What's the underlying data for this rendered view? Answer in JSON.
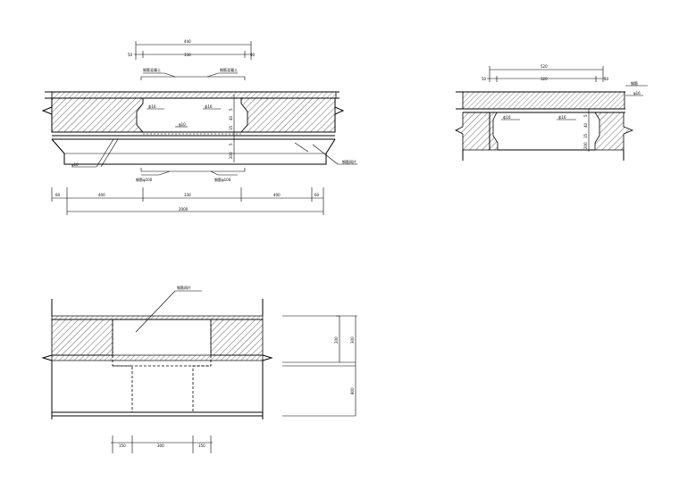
{
  "view1": {
    "top_total": "440",
    "top_left_end": "50",
    "top_mid": "330",
    "top_right_end": "50",
    "lbl_top_left": "钢筋混凝土",
    "lbl_top_right": "钢筋混凝土",
    "lbl_left_tag": "ф16",
    "lbl_right_tag": "ф16",
    "lbl_center": "φ10",
    "lbl_bottom_left": "钢筋φ100",
    "lbl_bottom_right": "钢筋φ100",
    "lbl_leader_right": "钢筋网片",
    "dim_side_a": "5",
    "dim_side_b": "40",
    "dim_side_c": "15",
    "dim_side_d": "5",
    "dim_side_e": "200",
    "dim_left_edge": "60",
    "dim_right_edge": "60",
    "dim_seg1": "400",
    "dim_seg2": "330",
    "dim_seg3": "400",
    "dim_total": "2000"
  },
  "view2": {
    "top_total": "520",
    "top_left_end": "50",
    "top_mid": "320",
    "top_right_end": "50",
    "lbl_right": "钢筋",
    "lbl_right_sub": "φ16",
    "lbl_left_tag": "ф16",
    "lbl_right_tag": "ф16",
    "dim_side_a": "5",
    "dim_side_b": "40",
    "dim_side_c": "15",
    "dim_side_d": "200"
  },
  "view3": {
    "lbl_top": "钢筋网片",
    "dim_right_upper": "200",
    "dim_right_upper2": "300",
    "dim_right_lower": "800",
    "dim_b1": "150",
    "dim_b2": "300",
    "dim_b3": "150"
  }
}
